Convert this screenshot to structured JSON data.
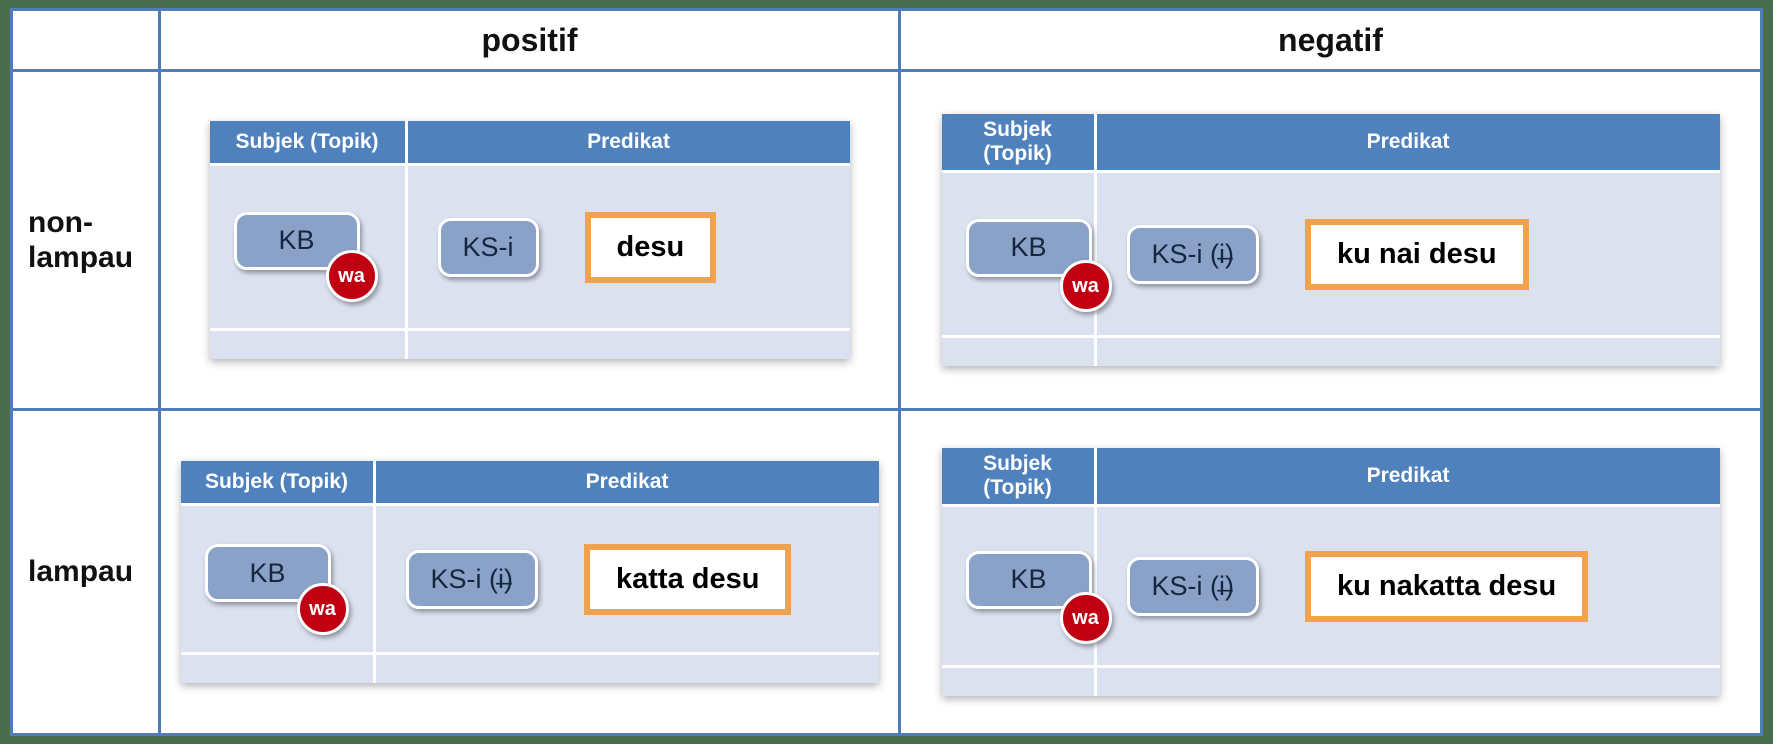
{
  "colors": {
    "background_green": "#4a6e4d",
    "grid_blue": "#4f7dbb",
    "mini_header_blue": "#4f81bd",
    "mini_body_lavender": "#dbe1ef",
    "chip_fill_blue": "#8aa2c8",
    "wa_badge_red": "#c00012",
    "highlight_orange": "#f0a24e"
  },
  "table": {
    "col_headers": [
      "positif",
      "negatif"
    ],
    "row_headers": [
      "non-\nlampau",
      "lampau"
    ]
  },
  "cells": [
    {
      "subject_header": "Subjek (Topik)",
      "predicate_header": "Predikat",
      "kb": "KB",
      "wa": "wa",
      "ks": "KS-i",
      "result": "desu"
    },
    {
      "subject_header": "Subjek (Topik)",
      "predicate_header": "Predikat",
      "kb": "KB",
      "wa": "wa",
      "ks": "KS-i (i̶)",
      "result": "ku nai desu"
    },
    {
      "subject_header": "Subjek (Topik)",
      "predicate_header": "Predikat",
      "kb": "KB",
      "wa": "wa",
      "ks": "KS-i (i̶)",
      "result": "katta desu"
    },
    {
      "subject_header": "Subjek (Topik)",
      "predicate_header": "Predikat",
      "kb": "KB",
      "wa": "wa",
      "ks": "KS-i (i̶)",
      "result": "ku nakatta desu"
    }
  ]
}
